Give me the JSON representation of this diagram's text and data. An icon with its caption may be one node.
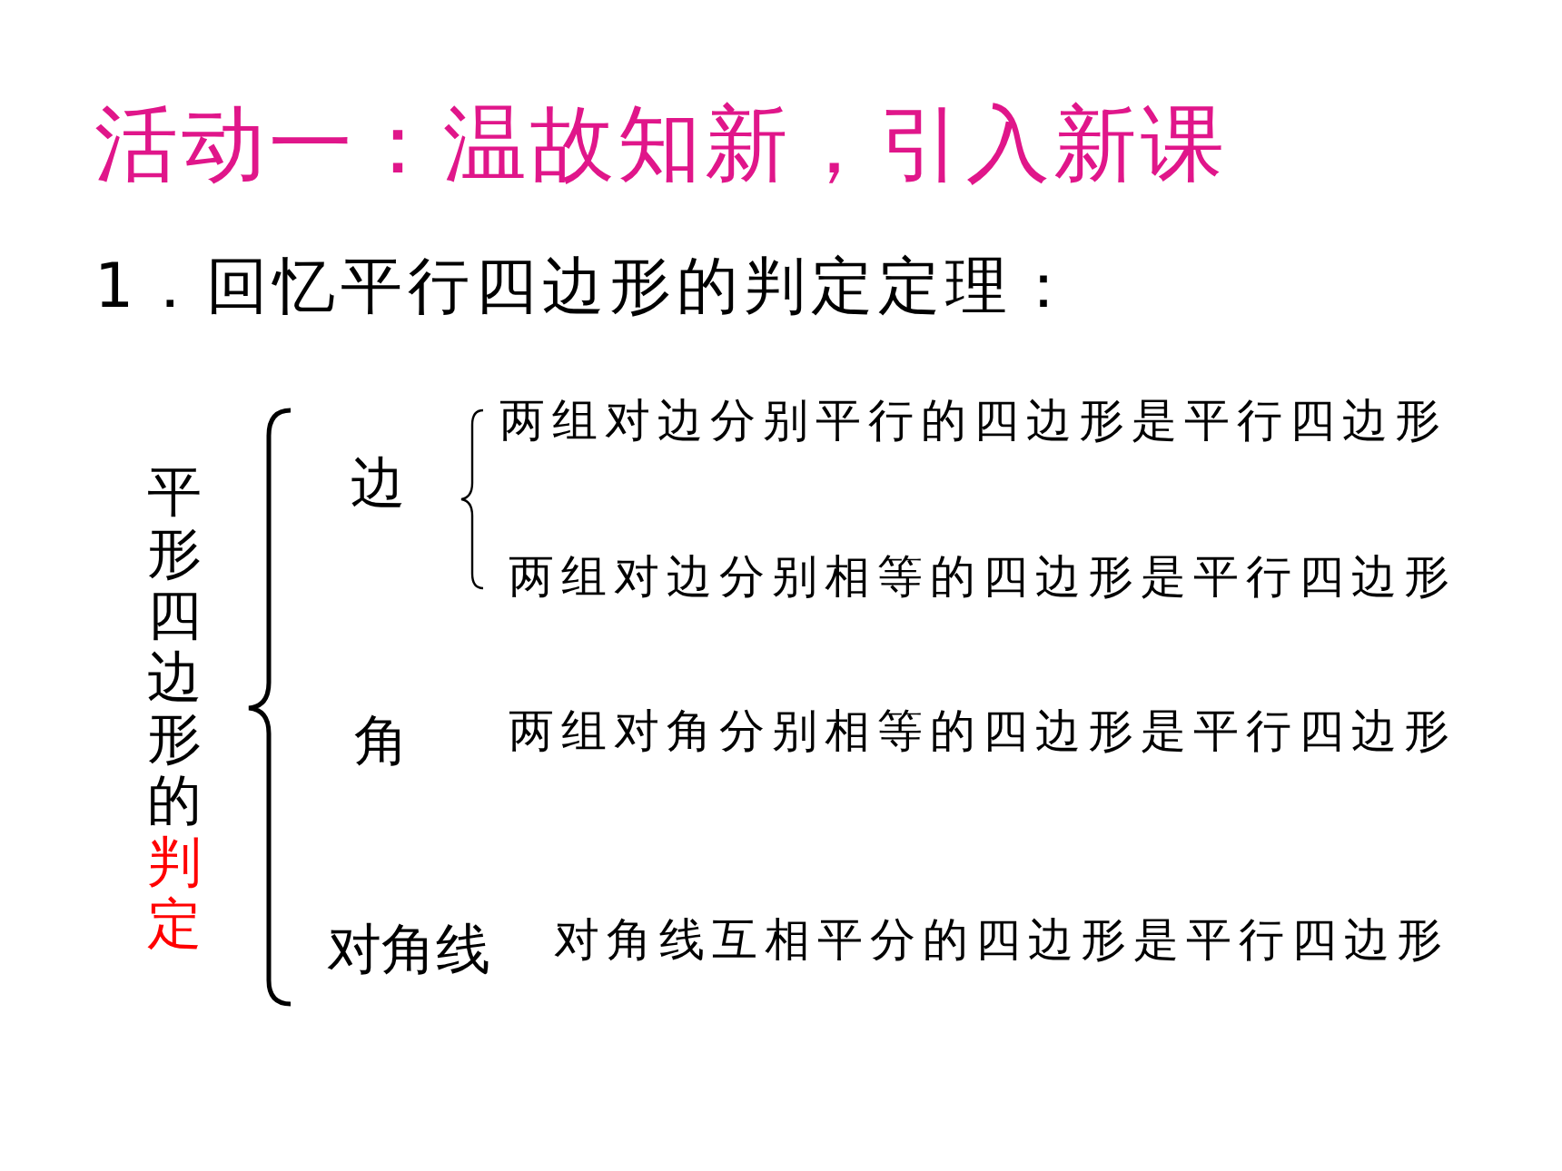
{
  "diagram": {
    "title": "活动一：温故知新，引入新课",
    "labels": [
      "1．回忆平行四边形的判定定理：",
      "平形四边形的",
      "判定",
      "边",
      "两组对边分别平行的四边形是平行四边形",
      "两组对边分别相等的四边形是平行四边形",
      "角",
      "两组对角分别相等的四边形是平行四边形",
      "对角线",
      "对角线互相平分的四边形是平行四边形"
    ]
  }
}
